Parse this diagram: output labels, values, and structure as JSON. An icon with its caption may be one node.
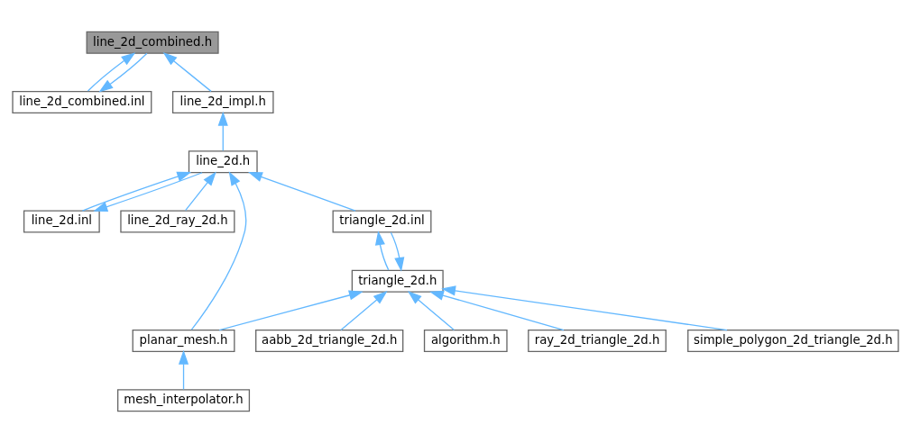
{
  "diagram": {
    "nodes": [
      {
        "text": [
          "line_2d_combined.h"
        ]
      },
      {
        "text": [
          "line_2d_combined.inl"
        ]
      },
      {
        "text": [
          "line_2d_impl.h"
        ]
      },
      {
        "text": [
          "line_2d.h"
        ]
      },
      {
        "text": [
          "line_2d.inl"
        ]
      },
      {
        "text": [
          "line_2d_ray_2d.h"
        ]
      },
      {
        "text": [
          "triangle_2d.inl"
        ]
      },
      {
        "text": [
          "triangle_2d.h"
        ]
      },
      {
        "text": [
          "planar_mesh.h"
        ]
      },
      {
        "text": [
          "aabb_2d_triangle_2d.h"
        ]
      },
      {
        "text": [
          "algorithm.h"
        ]
      },
      {
        "text": [
          "ray_2d_triangle_2d.h"
        ]
      },
      {
        "text": [
          "simple_polygon_2d_triangle_2d.h"
        ]
      },
      {
        "text": [
          "mesh_interpolator.h"
        ]
      }
    ],
    "edges": [
      {
        "from": 1,
        "to": 0,
        "arrow": "to"
      },
      {
        "from": 0,
        "to": 1,
        "arrow": "to"
      },
      {
        "from": 2,
        "to": 0,
        "arrow": "to"
      },
      {
        "from": 3,
        "to": 2,
        "arrow": "to"
      },
      {
        "from": 4,
        "to": 3,
        "arrow": "to"
      },
      {
        "from": 3,
        "to": 4,
        "arrow": "to"
      },
      {
        "from": 5,
        "to": 3,
        "arrow": "to"
      },
      {
        "from": 6,
        "to": 3,
        "arrow": "to"
      },
      {
        "from": 8,
        "to": 3,
        "arrow": "to"
      },
      {
        "from": 7,
        "to": 6,
        "arrow": "to"
      },
      {
        "from": 6,
        "to": 7,
        "arrow": "to"
      },
      {
        "from": 8,
        "to": 7,
        "arrow": "to"
      },
      {
        "from": 9,
        "to": 7,
        "arrow": "to"
      },
      {
        "from": 10,
        "to": 7,
        "arrow": "to"
      },
      {
        "from": 11,
        "to": 7,
        "arrow": "to"
      },
      {
        "from": 12,
        "to": 7,
        "arrow": "to"
      },
      {
        "from": 13,
        "to": 8,
        "arrow": "to"
      }
    ]
  }
}
